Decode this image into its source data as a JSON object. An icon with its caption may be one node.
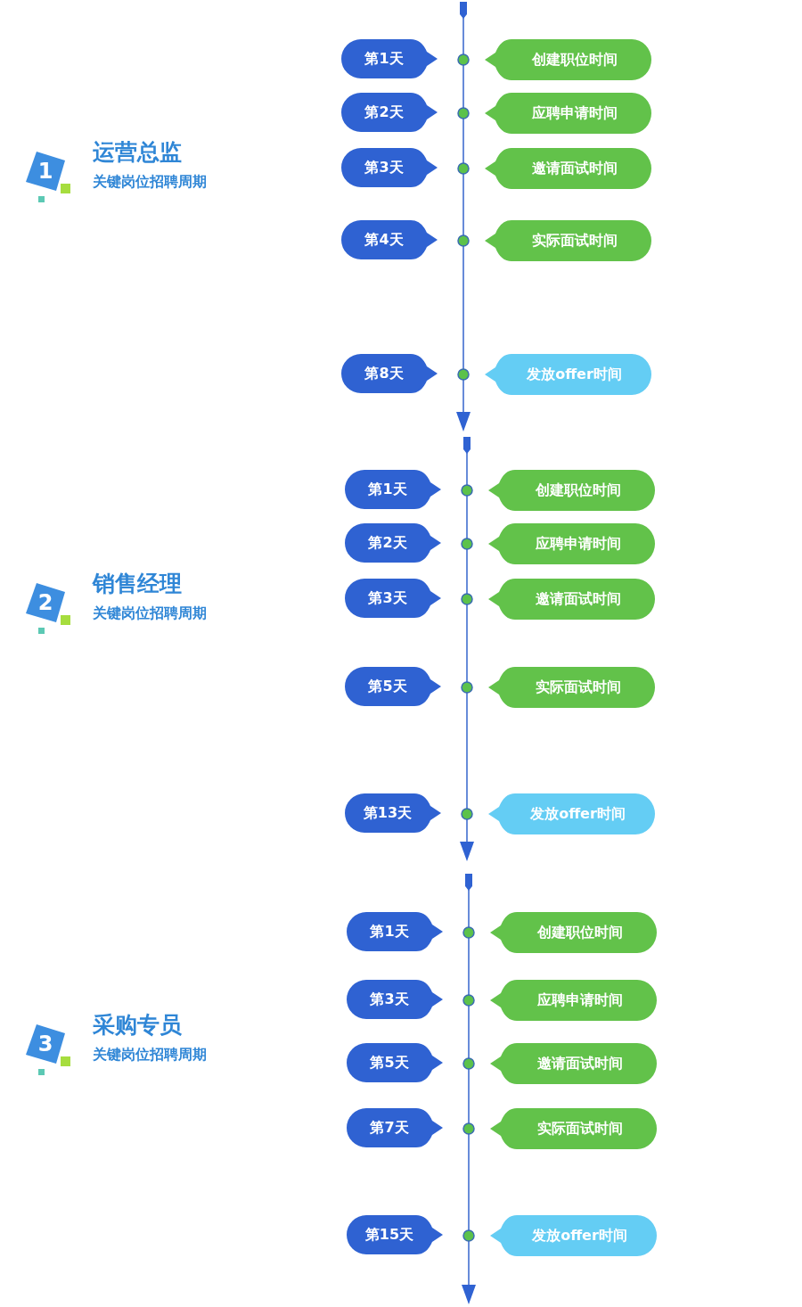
{
  "diagram": {
    "nodes": [
      {
        "text": [
          "1"
        ],
        "beside": [
          "运营总监",
          "关键岗位招聘周期"
        ]
      },
      {
        "text": [
          "第1天"
        ]
      },
      {
        "text": [
          "创建职位时间"
        ]
      },
      {
        "text": [
          "第2天"
        ]
      },
      {
        "text": [
          "应聘申请时间"
        ]
      },
      {
        "text": [
          "第3天"
        ]
      },
      {
        "text": [
          "邀请面试时间"
        ]
      },
      {
        "text": [
          "第4天"
        ]
      },
      {
        "text": [
          "实际面试时间"
        ]
      },
      {
        "text": [
          "第8天"
        ]
      },
      {
        "text": [
          "发放offer时间"
        ]
      },
      {
        "text": [
          "2"
        ],
        "beside": [
          "销售经理",
          "关键岗位招聘周期"
        ]
      },
      {
        "text": [
          "第1天"
        ]
      },
      {
        "text": [
          "创建职位时间"
        ]
      },
      {
        "text": [
          "第2天"
        ]
      },
      {
        "text": [
          "应聘申请时间"
        ]
      },
      {
        "text": [
          "第3天"
        ]
      },
      {
        "text": [
          "邀请面试时间"
        ]
      },
      {
        "text": [
          "第5天"
        ]
      },
      {
        "text": [
          "实际面试时间"
        ]
      },
      {
        "text": [
          "第13天"
        ]
      },
      {
        "text": [
          "发放offer时间"
        ]
      },
      {
        "text": [
          "3"
        ],
        "beside": [
          "采购专员",
          "关键岗位招聘周期"
        ]
      },
      {
        "text": [
          "第1天"
        ]
      },
      {
        "text": [
          "创建职位时间"
        ]
      },
      {
        "text": [
          "第3天"
        ]
      },
      {
        "text": [
          "应聘申请时间"
        ]
      },
      {
        "text": [
          "第5天"
        ]
      },
      {
        "text": [
          "邀请面试时间"
        ]
      },
      {
        "text": [
          "第7天"
        ]
      },
      {
        "text": [
          "实际面试时间"
        ]
      },
      {
        "text": [
          "第15天"
        ]
      },
      {
        "text": [
          "发放offer时间"
        ]
      }
    ]
  }
}
